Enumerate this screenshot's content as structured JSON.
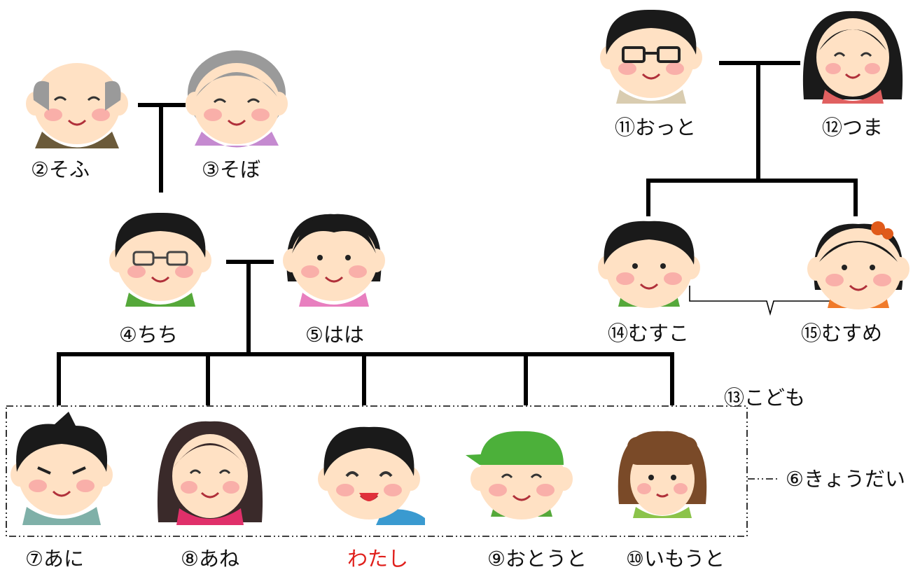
{
  "members": {
    "grandfather": "②そふ",
    "grandmother": "③そぼ",
    "father": "④ちち",
    "mother": "⑤はは",
    "older_brother": "⑦あに",
    "older_sister": "⑧あね",
    "me": "わたし",
    "younger_brother": "⑨おとうと",
    "younger_sister": "⑩いもうと",
    "husband": "⑪おっと",
    "wife": "⑫つま",
    "son": "⑭むすこ",
    "daughter": "⑮むすめ"
  },
  "groups": {
    "children": "⑬こども",
    "siblings": "⑥きょうだい"
  },
  "colors": {
    "me_label": "#e0201c",
    "skin": "#ffe1c4",
    "cheek": "#f7a3a3",
    "hair_black": "#1a1a1a",
    "hair_gray": "#9a9a9a"
  }
}
